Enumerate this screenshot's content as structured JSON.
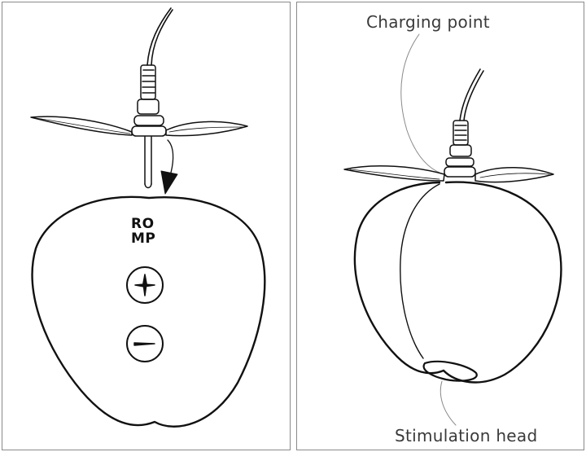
{
  "brand": {
    "line1": "RO",
    "line2": "MP"
  },
  "callouts": {
    "charging_point": "Charging point",
    "stimulation_head": "Stimulation head"
  },
  "icons": [
    "plus-icon",
    "minus-icon",
    "arrow-down-icon"
  ]
}
